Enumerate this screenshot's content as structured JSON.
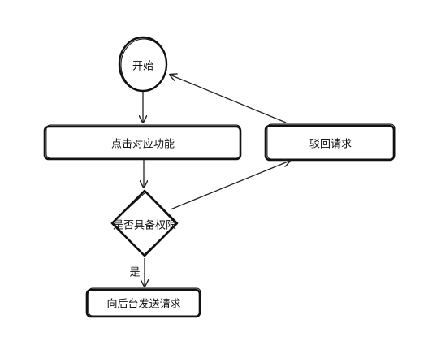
{
  "nodes": {
    "start": {
      "label": "开始"
    },
    "click": {
      "label": "点击对应功能"
    },
    "decision": {
      "label": "是否具备权限"
    },
    "reject": {
      "label": "驳回请求"
    },
    "send": {
      "label": "向后台发送请求"
    }
  },
  "edges": {
    "yes_label": "是"
  }
}
